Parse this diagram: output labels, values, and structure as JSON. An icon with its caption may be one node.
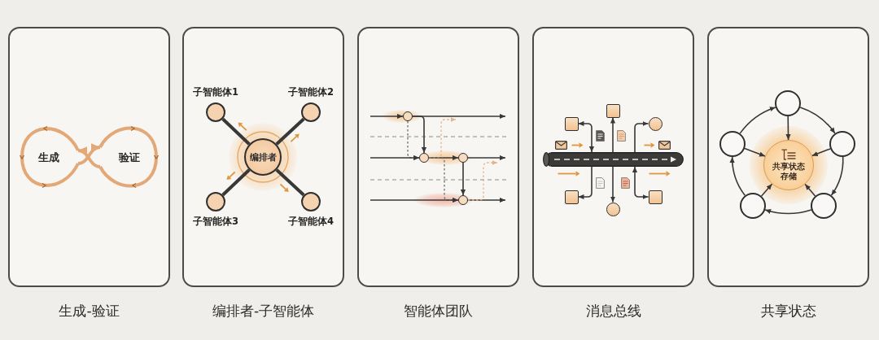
{
  "diagram": {
    "nodes": [
      {
        "text": [
          "生成-验证"
        ]
      },
      {
        "text": [
          "生成"
        ],
        "in": 0
      },
      {
        "text": [
          "验证"
        ],
        "in": 0
      },
      {
        "text": [
          "编排者-子智能体"
        ]
      },
      {
        "text": [
          "子智能体1"
        ],
        "in": 3
      },
      {
        "text": [
          "子智能体2"
        ],
        "in": 3
      },
      {
        "text": [
          "编排者"
        ],
        "in": 3
      },
      {
        "text": [
          "子智能体3"
        ],
        "in": 3
      },
      {
        "text": [
          "子智能体4"
        ],
        "in": 3
      },
      {
        "text": [
          "智能体团队"
        ]
      },
      {
        "text": [],
        "shape": "circle",
        "in": 9
      },
      {
        "text": [],
        "shape": "circle",
        "in": 9
      },
      {
        "text": [],
        "shape": "circle",
        "in": 9
      },
      {
        "text": [],
        "shape": "circle",
        "in": 9
      },
      {
        "text": [
          "消息总线"
        ]
      },
      {
        "text": [],
        "shape": "box",
        "in": 14
      },
      {
        "text": [],
        "shape": "box",
        "in": 14
      },
      {
        "text": [],
        "shape": "circle",
        "in": 14
      },
      {
        "text": [],
        "shape": "cylinder",
        "in": 14
      },
      {
        "text": [],
        "shape": "box",
        "in": 14
      },
      {
        "text": [],
        "shape": "box",
        "in": 14
      },
      {
        "text": [],
        "shape": "circle",
        "in": 14
      },
      {
        "text": [
          "共享状态"
        ]
      },
      {
        "text": [],
        "shape": "circle",
        "in": 22
      },
      {
        "text": [],
        "shape": "circle",
        "in": 22
      },
      {
        "text": [
          "共享状态存储"
        ],
        "in": 22
      },
      {
        "text": [],
        "shape": "circle",
        "in": 22
      },
      {
        "text": [],
        "shape": "circle",
        "in": 22
      },
      {
        "text": [],
        "shape": "circle",
        "in": 22
      }
    ],
    "edges": [
      {
        "from": 1,
        "to": 2,
        "arrow": "to",
        "style": "thick",
        "color": "#e3a877"
      },
      {
        "from": 2,
        "to": 1,
        "arrow": "to",
        "style": "thick",
        "color": "#e3a877"
      },
      {
        "from": 6,
        "to": 4,
        "arrow": "none",
        "style": "thick"
      },
      {
        "from": 6,
        "to": 5,
        "arrow": "none",
        "style": "thick"
      },
      {
        "from": 6,
        "to": 7,
        "arrow": "none",
        "style": "thick"
      },
      {
        "from": 6,
        "to": 8,
        "arrow": "none",
        "style": "thick"
      },
      {
        "from": null,
        "to": 10,
        "arrow": "to"
      },
      {
        "from": 10,
        "to": null,
        "arrow": "to"
      },
      {
        "from": 10,
        "to": 11,
        "arrow": "to"
      },
      {
        "from": 10,
        "to": 11,
        "arrow": "to",
        "style": "dashed",
        "color": "#6f6f6f"
      },
      {
        "from": null,
        "to": 11,
        "arrow": "to"
      },
      {
        "from": 11,
        "to": 12,
        "arrow": "to"
      },
      {
        "from": 12,
        "to": null,
        "arrow": "to"
      },
      {
        "from": 11,
        "to": null,
        "arrow": "to",
        "style": "dashed",
        "color": "#e2b48a"
      },
      {
        "from": 11,
        "to": 13,
        "arrow": "to",
        "style": "dashed",
        "color": "#6f6f6f"
      },
      {
        "from": 12,
        "to": 13,
        "arrow": "to"
      },
      {
        "from": null,
        "to": 13,
        "arrow": "to"
      },
      {
        "from": 13,
        "to": null,
        "arrow": "to"
      },
      {
        "from": 13,
        "to": null,
        "arrow": "to",
        "style": "dashed",
        "color": "#e2b48a"
      },
      {
        "from": 18,
        "to": 15,
        "arrow": "to"
      },
      {
        "from": 18,
        "to": 16,
        "arrow": "both"
      },
      {
        "from": 18,
        "to": 17,
        "arrow": "to"
      },
      {
        "from": 18,
        "to": 19,
        "arrow": "to"
      },
      {
        "from": 18,
        "to": 21,
        "arrow": "to"
      },
      {
        "from": 18,
        "to": 20,
        "arrow": "both"
      },
      {
        "from": 23,
        "to": 26,
        "arrow": "to"
      },
      {
        "from": 26,
        "to": 28,
        "arrow": "to"
      },
      {
        "from": 28,
        "to": 27,
        "arrow": "to"
      },
      {
        "from": 27,
        "to": 24,
        "arrow": "to"
      },
      {
        "from": 24,
        "to": 23,
        "arrow": "to"
      },
      {
        "from": 23,
        "to": 25,
        "arrow": "to"
      },
      {
        "from": 24,
        "to": 25,
        "arrow": "to"
      },
      {
        "from": 26,
        "to": 25,
        "arrow": "to"
      },
      {
        "from": 27,
        "to": 25,
        "arrow": "to"
      },
      {
        "from": 28,
        "to": 25,
        "arrow": "to"
      }
    ]
  }
}
